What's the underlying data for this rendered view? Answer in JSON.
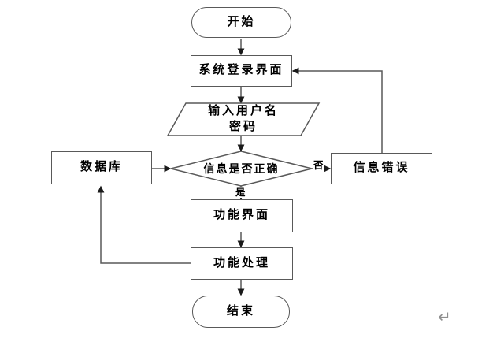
{
  "flowchart": {
    "nodes": {
      "start": {
        "label": "开始",
        "shape": "terminator"
      },
      "login": {
        "label": "系统登录界面",
        "shape": "process"
      },
      "input": {
        "line1": "输入用户名",
        "line2": "密码",
        "shape": "data"
      },
      "decision": {
        "label": "信息是否正确",
        "shape": "decision"
      },
      "database": {
        "label": "数据库",
        "shape": "process"
      },
      "error": {
        "label": "信息错误",
        "shape": "process"
      },
      "function_ui": {
        "label": "功能界面",
        "shape": "process"
      },
      "function_process": {
        "label": "功能处理",
        "shape": "process"
      },
      "end": {
        "label": "结束",
        "shape": "terminator"
      }
    },
    "branch_labels": {
      "no": "否",
      "yes": "是"
    },
    "colors": {
      "stroke": "#595959",
      "arrow": "#1a1a1a",
      "text": "#000000",
      "background": "#ffffff",
      "paragraph_mark": "#8f8f8f"
    }
  },
  "editor": {
    "paragraph_mark": "↵"
  }
}
